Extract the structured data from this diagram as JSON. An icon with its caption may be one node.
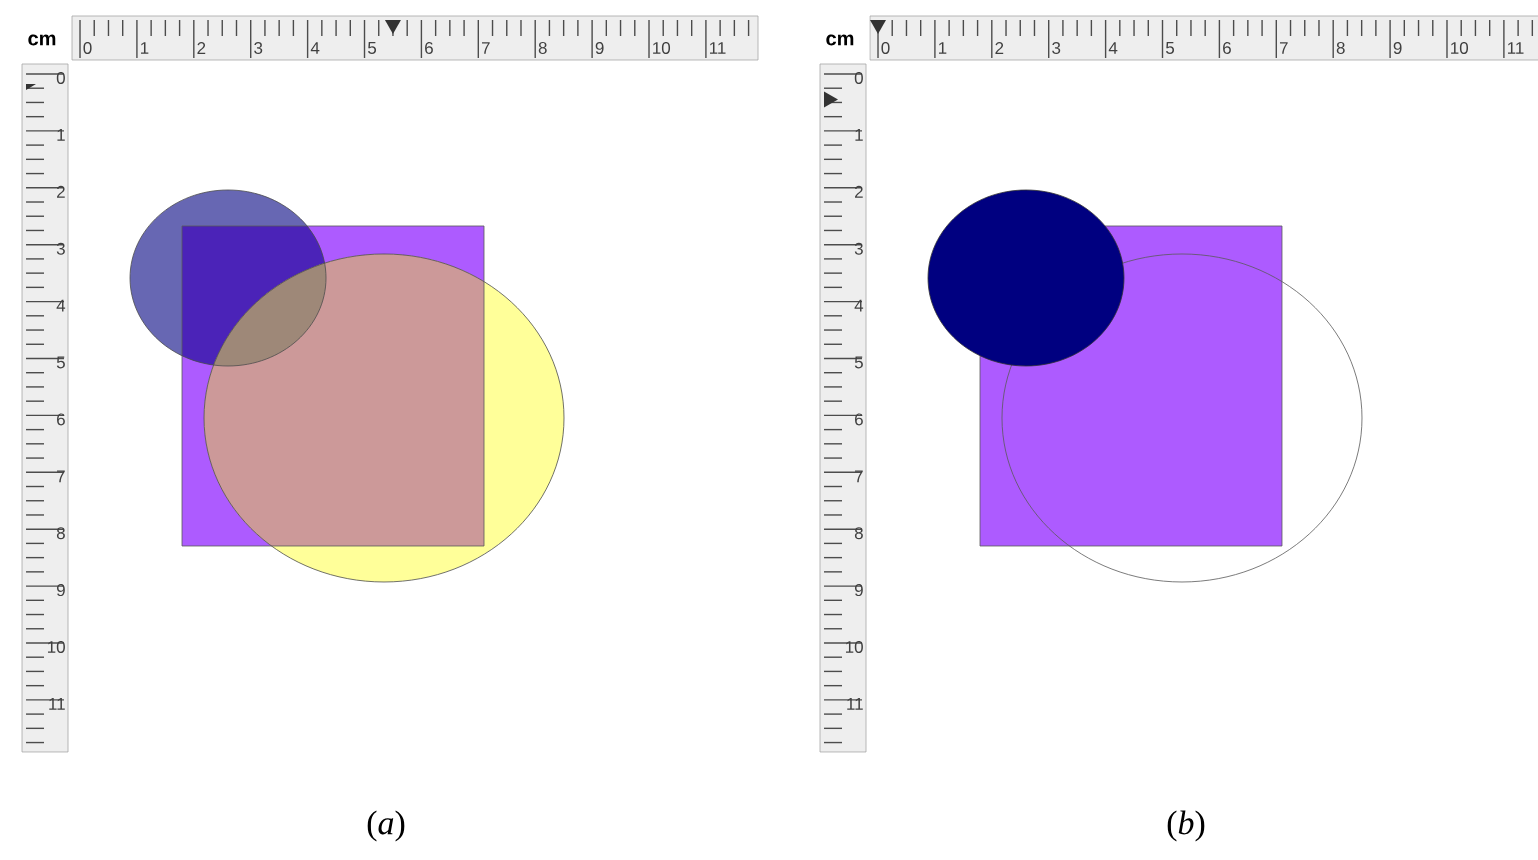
{
  "diagram": {
    "labels": [
      "cm",
      "0",
      "1",
      "2",
      "3",
      "4",
      "5",
      "6",
      "7",
      "8",
      "9",
      "10",
      "11",
      "0",
      "1",
      "2",
      "3",
      "4",
      "5",
      "6",
      "7",
      "8",
      "9",
      "10",
      "11",
      "cm",
      "0",
      "1",
      "2",
      "3",
      "4",
      "5",
      "6",
      "7",
      "8",
      "9",
      "10",
      "11",
      "0",
      "1",
      "2",
      "3",
      "4",
      "5",
      "6",
      "7",
      "8",
      "9",
      "10",
      "11",
      "(*a*)",
      "(*b*)"
    ]
  }
}
